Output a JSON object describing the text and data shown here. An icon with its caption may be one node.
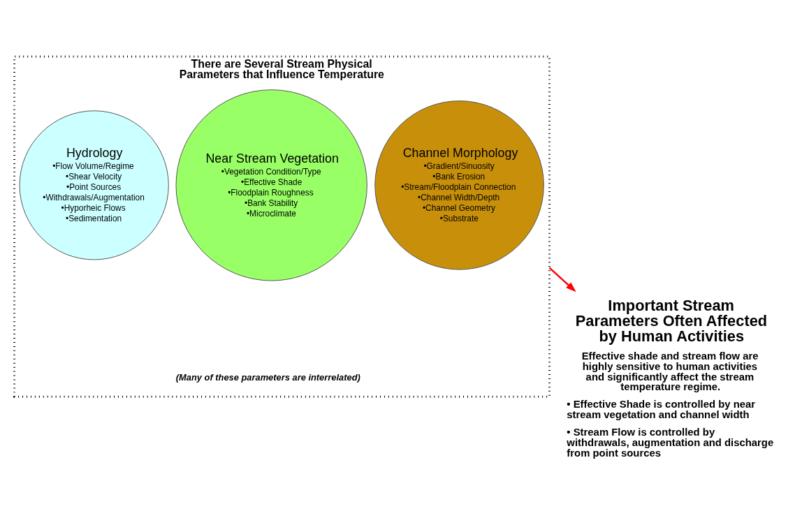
{
  "diagram": {
    "nodes": [
      {
        "text": [
          "There are Several Stream Physical Parameters that Influence Temperature"
        ]
      },
      {
        "text": [
          "Channel Morphology",
          "•Gradient/Sinuosity",
          "•Bank Erosion",
          "•Stream/Floodplain Connection",
          "•Channel Width/Depth",
          "•Channel Geometry",
          "•Substrate"
        ],
        "in": 0
      },
      {
        "text": [
          "Hydrology",
          "•Flow Volume/Regime",
          "•Shear Velocity",
          "•Point Sources",
          "•Withdrawals/Augmentation",
          "•Hyporheic Flows",
          "•Sedimentation"
        ],
        "in": 0
      },
      {
        "text": [
          "Near Stream Vegetation",
          "•Vegetation Condition/Type",
          "•Effective Shade",
          "•Floodplain Roughness",
          "•Bank Stability",
          "•Microclimate"
        ],
        "in": 0
      },
      {
        "text": [
          "Important Stream Parameters Often Affected by Human Activities",
          "Effective shade and stream flow are highly sensitive to human activities and significantly affect the stream temperature regime.",
          "• Effective Shade is controlled by near stream vegetation and channel width",
          "• Stream Flow is controlled by withdrawals, augmentation and discharge from point sources"
        ]
      }
    ],
    "edges": [
      {
        "from": 0,
        "to": 4,
        "arrow": "to",
        "color": "#ff0000"
      }
    ],
    "labels": [
      "(Many of these parameters are interrelated)"
    ]
  }
}
